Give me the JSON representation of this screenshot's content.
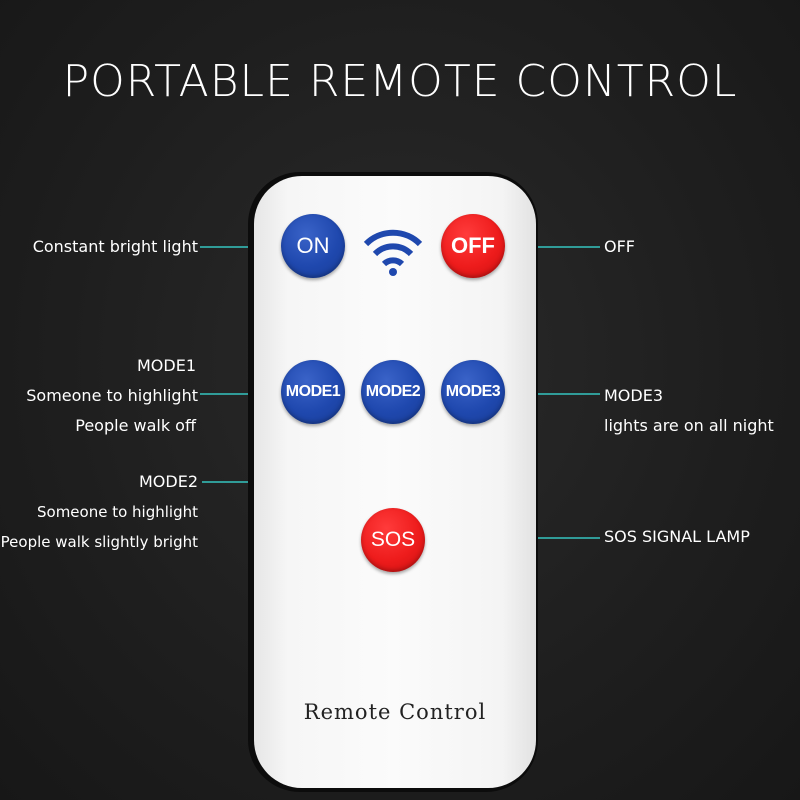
{
  "title": "PORTABLE REMOTE CONTROL",
  "remote": {
    "label": "Remote Control",
    "buttons": {
      "on": "ON",
      "off": "OFF",
      "mode1": "MODE1",
      "mode2": "MODE2",
      "mode3": "MODE3",
      "sos": "SOS"
    }
  },
  "annotations": {
    "on": "Constant bright light",
    "off": "OFF",
    "mode1": {
      "title": "MODE1",
      "line1": "Someone to highlight",
      "line2": "People walk off"
    },
    "mode2": {
      "title": "MODE2",
      "line1": "Someone to highlight",
      "line2": "People walk slightly bright"
    },
    "mode3": {
      "title": "MODE3",
      "line1": "lights are on all night"
    },
    "sos": "SOS SIGNAL LAMP"
  },
  "icons": {
    "signal": "wifi-signal-icon"
  },
  "colors": {
    "background": "#1e1e1e",
    "remote_body": "#f6f6f6",
    "button_blue": "#1f48ae",
    "button_red": "#ee1c1c",
    "callout_line": "#35c4c0"
  }
}
